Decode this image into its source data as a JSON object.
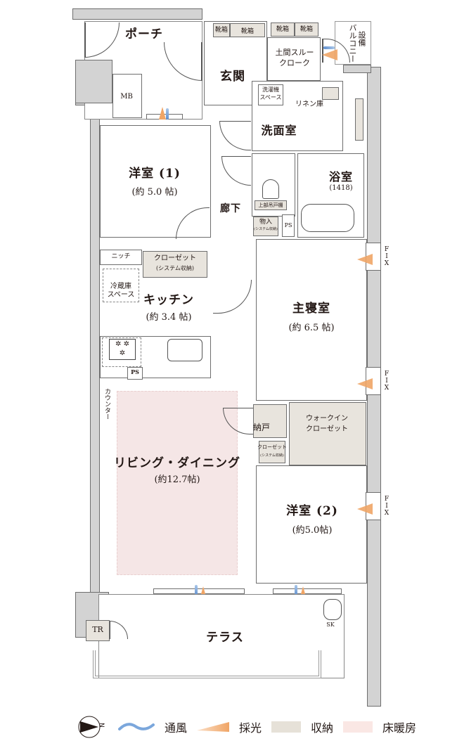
{
  "plan": {
    "rooms": {
      "porch": {
        "name": "ポーチ"
      },
      "mb": {
        "name": "MB"
      },
      "genkan": {
        "name": "玄関"
      },
      "doma_closet": {
        "name_line1": "土間スルー",
        "name_line2": "クローク"
      },
      "shoe_boxes": [
        "靴箱",
        "靴箱",
        "靴箱",
        "靴箱"
      ],
      "balcony": {
        "name": "バルコニー"
      },
      "equipment": {
        "name": "設備"
      },
      "washer_space": {
        "line1": "洗濯機",
        "line2": "スペース"
      },
      "linen": {
        "name": "リネン庫"
      },
      "washroom": {
        "name": "洗面室"
      },
      "bath": {
        "name": "浴室",
        "size": "(1418)"
      },
      "toilet_shelf": {
        "name": "上部吊戸棚"
      },
      "storage": {
        "name": "物入",
        "sub": "(システム収納)"
      },
      "ps1": {
        "name": "PS"
      },
      "corridor": {
        "name": "廊下"
      },
      "western1": {
        "name": "洋室 (1)",
        "size": "(約 5.0 帖)"
      },
      "niche": {
        "name": "ニッチ"
      },
      "closet1": {
        "name": "クローゼット",
        "sub": "(システム収納)"
      },
      "fridge": {
        "line1": "冷蔵庫",
        "line2": "スペース"
      },
      "kitchen": {
        "name": "キッチン",
        "size": "(約 3.4 帖)"
      },
      "ps2": {
        "name": "PS"
      },
      "counter": {
        "name": "カウンター"
      },
      "living": {
        "name": "リビング・ダイニング",
        "size": "(約12.7帖)"
      },
      "master": {
        "name": "主寝室",
        "size": "(約 6.5 帖)"
      },
      "nando": {
        "name": "納戸"
      },
      "wic": {
        "line1": "ウォークイン",
        "line2": "クローゼット"
      },
      "closet2": {
        "name": "クローゼット",
        "sub": "(システム収納)"
      },
      "western2": {
        "name": "洋室 (2)",
        "size": "(約5.0帖)"
      },
      "terrace": {
        "name": "テラス"
      },
      "tr": {
        "name": "TR"
      },
      "sk": {
        "name": "SK"
      }
    },
    "fix_label": "FIX",
    "fix_windows": 3
  },
  "legend": {
    "compass": "N",
    "items": [
      {
        "icon": "wind",
        "label": "通風",
        "color": "#7ba7dc"
      },
      {
        "icon": "light",
        "label": "採光",
        "color": "#f0a566"
      },
      {
        "icon": "storage",
        "label": "収納",
        "color": "#e6e1d8"
      },
      {
        "icon": "floor-heating",
        "label": "床暖房",
        "color": "#fae7e4"
      }
    ]
  }
}
